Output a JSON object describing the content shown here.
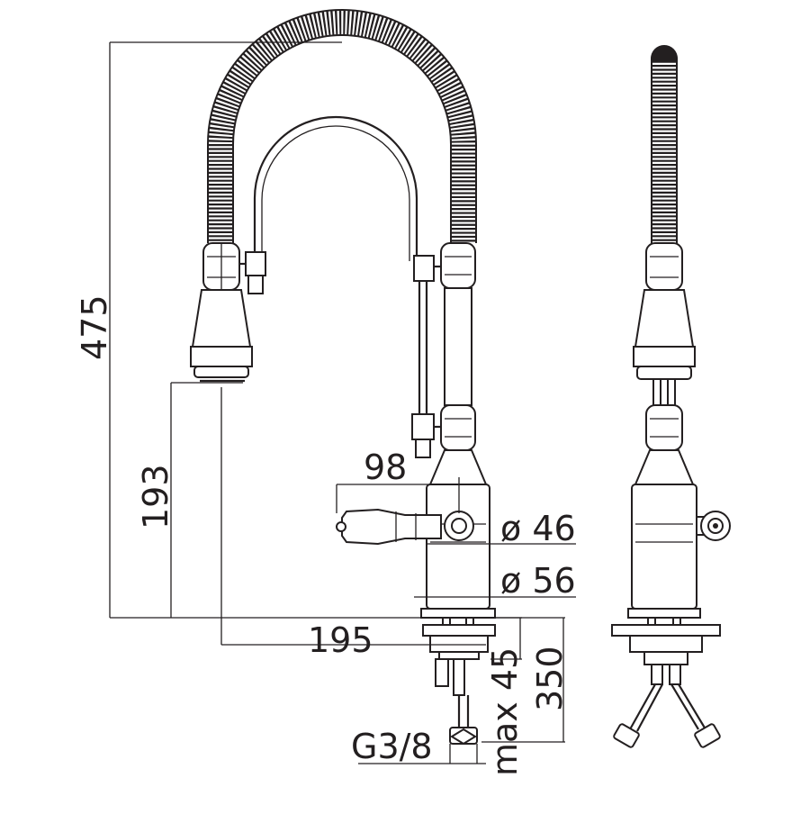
{
  "drawing": {
    "title": "",
    "dimensions": {
      "overall_height": "475",
      "spout_height": "193",
      "reach": "195",
      "handle_length": "98",
      "body_diameter": "ø 46",
      "base_diameter": "ø 56",
      "max_deck_thickness": "max 45",
      "hose_length": "350",
      "connection": "G3/8"
    }
  }
}
